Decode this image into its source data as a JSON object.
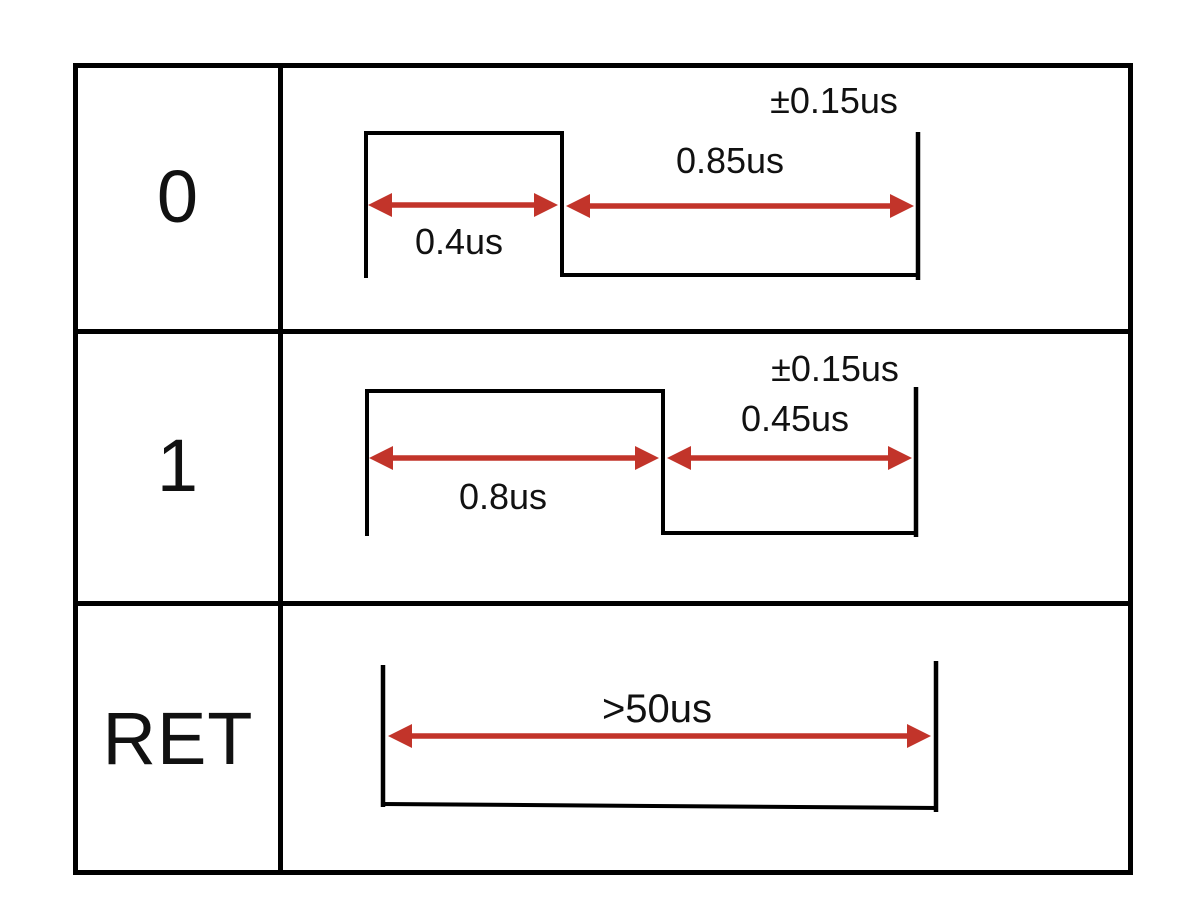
{
  "colors": {
    "line": "#000000",
    "arrow": "#c2342a",
    "text": "#111111",
    "background": "#ffffff"
  },
  "rows": [
    {
      "symbol": "0",
      "high_label": "0.4us",
      "low_label": "0.85us",
      "tolerance_label": "±0.15us"
    },
    {
      "symbol": "1",
      "high_label": "0.8us",
      "low_label": "0.45us",
      "tolerance_label": "±0.15us"
    },
    {
      "symbol": "RET",
      "duration_label": ">50us"
    }
  ]
}
